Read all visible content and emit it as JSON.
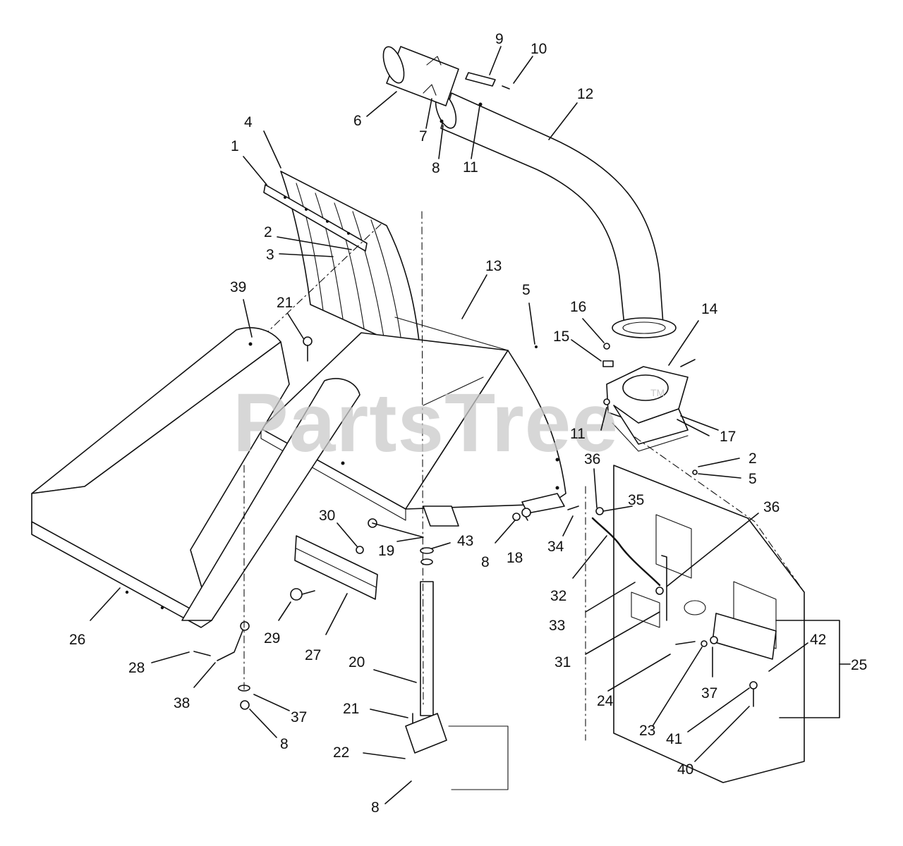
{
  "watermark": "PartsTree",
  "watermark_tm": "TM",
  "callouts": [
    {
      "id": "c1",
      "text": "1"
    },
    {
      "id": "c2a",
      "text": "2"
    },
    {
      "id": "c3",
      "text": "3"
    },
    {
      "id": "c4",
      "text": "4"
    },
    {
      "id": "c5a",
      "text": "5"
    },
    {
      "id": "c6",
      "text": "6"
    },
    {
      "id": "c7",
      "text": "7"
    },
    {
      "id": "c8a",
      "text": "8"
    },
    {
      "id": "c9",
      "text": "9"
    },
    {
      "id": "c10",
      "text": "10"
    },
    {
      "id": "c11a",
      "text": "11"
    },
    {
      "id": "c12",
      "text": "12"
    },
    {
      "id": "c13",
      "text": "13"
    },
    {
      "id": "c14",
      "text": "14"
    },
    {
      "id": "c15",
      "text": "15"
    },
    {
      "id": "c16",
      "text": "16"
    },
    {
      "id": "c11b",
      "text": "11"
    },
    {
      "id": "c17",
      "text": "17"
    },
    {
      "id": "c2b",
      "text": "2"
    },
    {
      "id": "c5b",
      "text": "5"
    },
    {
      "id": "c39",
      "text": "39"
    },
    {
      "id": "c21a",
      "text": "21"
    },
    {
      "id": "c36a",
      "text": "36"
    },
    {
      "id": "c35",
      "text": "35"
    },
    {
      "id": "c36b",
      "text": "36"
    },
    {
      "id": "c30",
      "text": "30"
    },
    {
      "id": "c43",
      "text": "43"
    },
    {
      "id": "c19",
      "text": "19"
    },
    {
      "id": "c8b",
      "text": "8"
    },
    {
      "id": "c18",
      "text": "18"
    },
    {
      "id": "c34",
      "text": "34"
    },
    {
      "id": "c32",
      "text": "32"
    },
    {
      "id": "c33",
      "text": "33"
    },
    {
      "id": "c26",
      "text": "26"
    },
    {
      "id": "c29",
      "text": "29"
    },
    {
      "id": "c27",
      "text": "27"
    },
    {
      "id": "c31",
      "text": "31"
    },
    {
      "id": "c42",
      "text": "42"
    },
    {
      "id": "c25",
      "text": "25"
    },
    {
      "id": "c28",
      "text": "28"
    },
    {
      "id": "c20",
      "text": "20"
    },
    {
      "id": "c38",
      "text": "38"
    },
    {
      "id": "c37a",
      "text": "37"
    },
    {
      "id": "c24",
      "text": "24"
    },
    {
      "id": "c37b",
      "text": "37"
    },
    {
      "id": "c21b",
      "text": "21"
    },
    {
      "id": "c8c",
      "text": "8"
    },
    {
      "id": "c23",
      "text": "23"
    },
    {
      "id": "c41",
      "text": "41"
    },
    {
      "id": "c22",
      "text": "22"
    },
    {
      "id": "c40",
      "text": "40"
    },
    {
      "id": "c8d",
      "text": "8"
    }
  ]
}
